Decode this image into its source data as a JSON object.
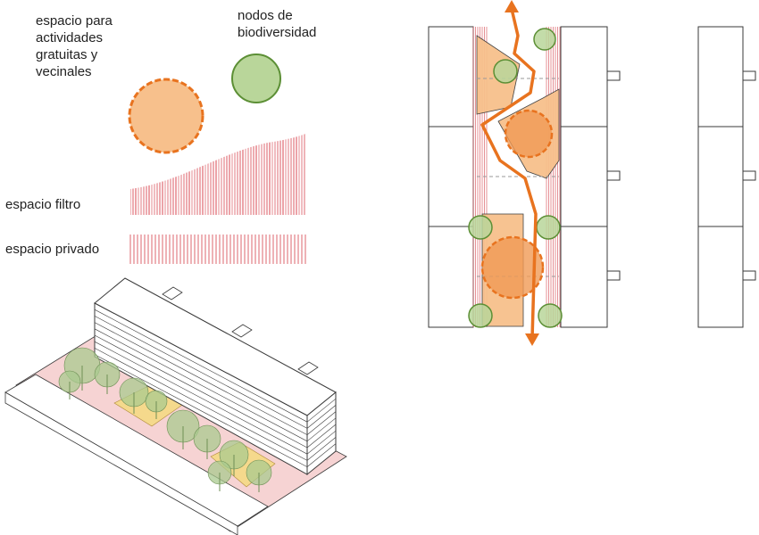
{
  "legend": {
    "activities_label": "espacio para actividades gratuitas y vecinales",
    "biodiversity_label": "nodos de biodiversidad",
    "filter_label": "espacio filtro",
    "private_label": "espacio privado"
  },
  "colors": {
    "orange_fill": "#f7c08c",
    "orange_stroke": "#e8731f",
    "green_fill": "#b9d69a",
    "green_stroke": "#5c8f35",
    "red_hatch": "#d9505a",
    "pink_ground": "#f6d3d3",
    "outline": "#3a3a3a"
  }
}
